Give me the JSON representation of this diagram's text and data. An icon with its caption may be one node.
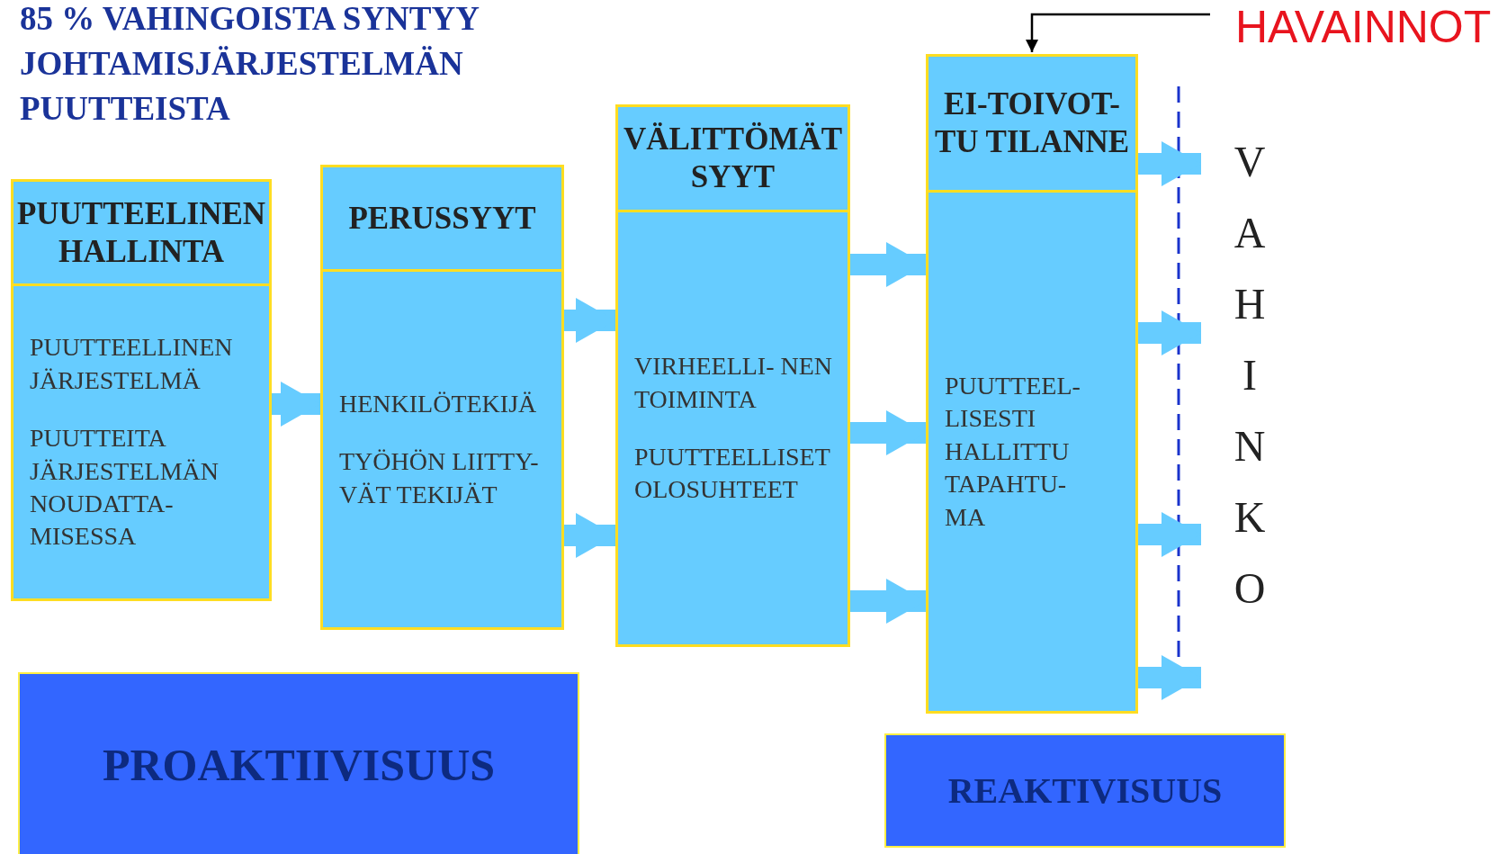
{
  "diagram": {
    "title": "85 % VAHINGOISTA SYNTYY JOHTAMISJÄRJESTELMÄN PUUTTEISTA",
    "nodes": [
      {
        "text": [
          "PUUTTEELINEN HALLINTA",
          "PUUTTEELLINEN JÄRJESTELMÄ",
          "PUUTTEITA JÄRJESTELMÄN NOUDATTA- MISESSA"
        ]
      },
      {
        "text": [
          "PERUSSYYT",
          "HENKILÖTEKIJÄ",
          "TYÖHÖN LIITTY- VÄT TEKIJÄT"
        ]
      },
      {
        "text": [
          "VÄLITTÖMÄT SYYT",
          "VIRHEELLI- NEN TOIMINTA",
          "PUUTTEELLISET OLOSUHTEET"
        ]
      },
      {
        "text": [
          "EI-TOIVOT- TU TILANNE",
          "PUUTTEEL- LISESTI HALLITTU TAPAHTU- MA"
        ]
      },
      {
        "text": [
          "HAVAINNOT"
        ]
      },
      {
        "text": [
          "PROAKTIIVISUUS"
        ]
      },
      {
        "text": [
          "REAKTIVISUUS"
        ]
      },
      {
        "text": [
          "VAHINKO"
        ]
      }
    ],
    "edges": [
      {
        "from": 0,
        "to": 1,
        "arrow": "to"
      },
      {
        "from": 1,
        "to": 2,
        "arrow": "to"
      },
      {
        "from": 1,
        "to": 2,
        "arrow": "to"
      },
      {
        "from": 2,
        "to": 3,
        "arrow": "to"
      },
      {
        "from": 2,
        "to": 3,
        "arrow": "to"
      },
      {
        "from": 2,
        "to": 3,
        "arrow": "to"
      },
      {
        "from": 3,
        "to": 7,
        "arrow": "to"
      },
      {
        "from": 3,
        "to": 7,
        "arrow": "to"
      },
      {
        "from": 3,
        "to": 7,
        "arrow": "to"
      },
      {
        "from": 3,
        "to": 7,
        "arrow": "to"
      },
      {
        "from": 4,
        "to": 3,
        "arrow": "to",
        "color": "#000000"
      }
    ]
  }
}
